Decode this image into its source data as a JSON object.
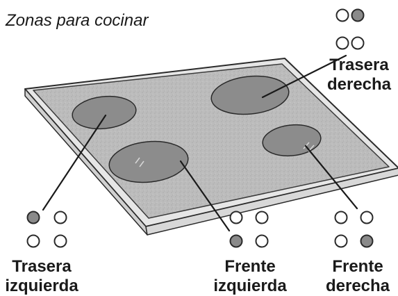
{
  "title": "Zonas para cocinar",
  "colors": {
    "glass": "#bcbcbc",
    "frame": "#e4e4e4",
    "burner": "#8c8c8c",
    "outline": "#2a2a2a",
    "indicator_on": "#8a8a8a",
    "indicator_off": "#ffffff"
  },
  "zones": [
    {
      "id": "rear-right",
      "label_line1": "Trasera",
      "label_line2": "derecha",
      "active_indicator": "top-right"
    },
    {
      "id": "rear-left",
      "label_line1": "Trasera",
      "label_line2": "izquierda",
      "active_indicator": "top-left"
    },
    {
      "id": "front-left",
      "label_line1": "Frente",
      "label_line2": "izquierda",
      "active_indicator": "bottom-left"
    },
    {
      "id": "front-right",
      "label_line1": "Frente",
      "label_line2": "derecha",
      "active_indicator": "bottom-right"
    }
  ]
}
